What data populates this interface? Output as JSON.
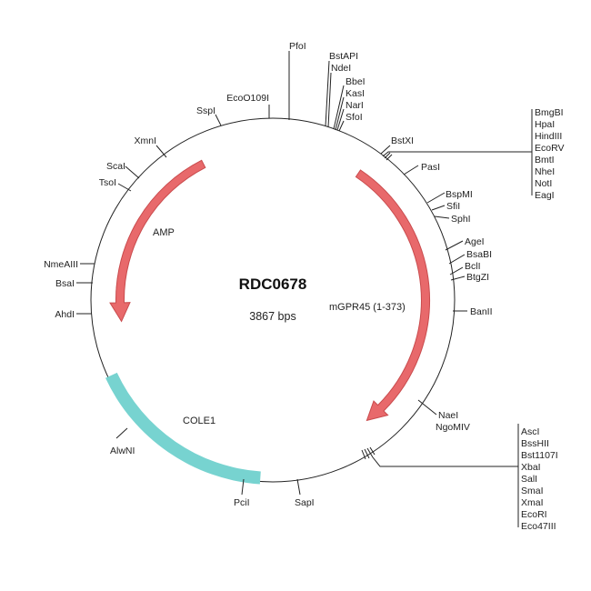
{
  "plasmid": {
    "name": "RDC0678",
    "size_label": "3867 bps"
  },
  "features": {
    "amp": {
      "label": "AMP",
      "color": "#e8696b",
      "outline": "#c94b4d"
    },
    "gpr45": {
      "label": "mGPR45 (1-373)",
      "color": "#e8696b",
      "outline": "#c94b4d"
    },
    "cole1": {
      "label": "COLE1",
      "color": "#77d3d0"
    }
  },
  "sites": {
    "pfoi": "PfoI",
    "bstapi": "BstAPI",
    "ndei": "NdeI",
    "bbei": "BbeI",
    "kasi": "KasI",
    "nari": "NarI",
    "sfoi": "SfoI",
    "bstxi": "BstXI",
    "cluster_top": [
      "BmgBI",
      "HpaI",
      "HindIII",
      "EcoRV",
      "BmtI",
      "NheI",
      "NotI",
      "EagI"
    ],
    "pasi": "PasI",
    "bspmi": "BspMI",
    "sfii": "SfiI",
    "sphi": "SphI",
    "agei": "AgeI",
    "bsabi": "BsaBI",
    "bcli": "BclI",
    "btgzi": "BtgZI",
    "banii": "BanII",
    "naei": "NaeI",
    "ngomiv": "NgoMIV",
    "cluster_bottom": [
      "AscI",
      "BssHII",
      "Bst1107I",
      "XbaI",
      "SalI",
      "SmaI",
      "XmaI",
      "EcoRI",
      "Eco47III"
    ],
    "sapi": "SapI",
    "pcii": "PciI",
    "alwni": "AlwNI",
    "ahdi": "AhdI",
    "bsai": "BsaI",
    "nmeaiii": "NmeAIII",
    "tsoi": "TsoI",
    "scai": "ScaI",
    "xmni": "XmnI",
    "sspi": "SspI",
    "ecoo109i": "EcoO109I"
  }
}
